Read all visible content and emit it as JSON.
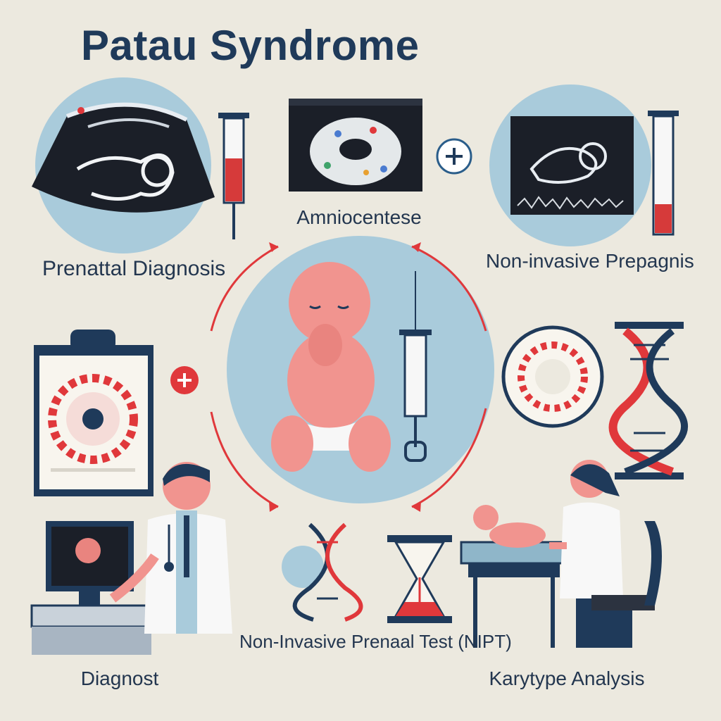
{
  "title": "Patau Syndrome",
  "labels": {
    "prenatal_diagnosis": "Prenattal Diagnosis",
    "amniocentese": "Amniocentese",
    "non_invasive_prepagnis": "Non-invasive Prepagnis",
    "diagnost": "Diagnost",
    "nipt": "Non-Invasive Prenaal Test (NIPT)",
    "karyotype": "Karytype Analysis"
  },
  "colors": {
    "background": "#ece9df",
    "accent_red": "#e0383b",
    "circle_blue": "#a9cbdb",
    "navy": "#1f3a5a"
  }
}
